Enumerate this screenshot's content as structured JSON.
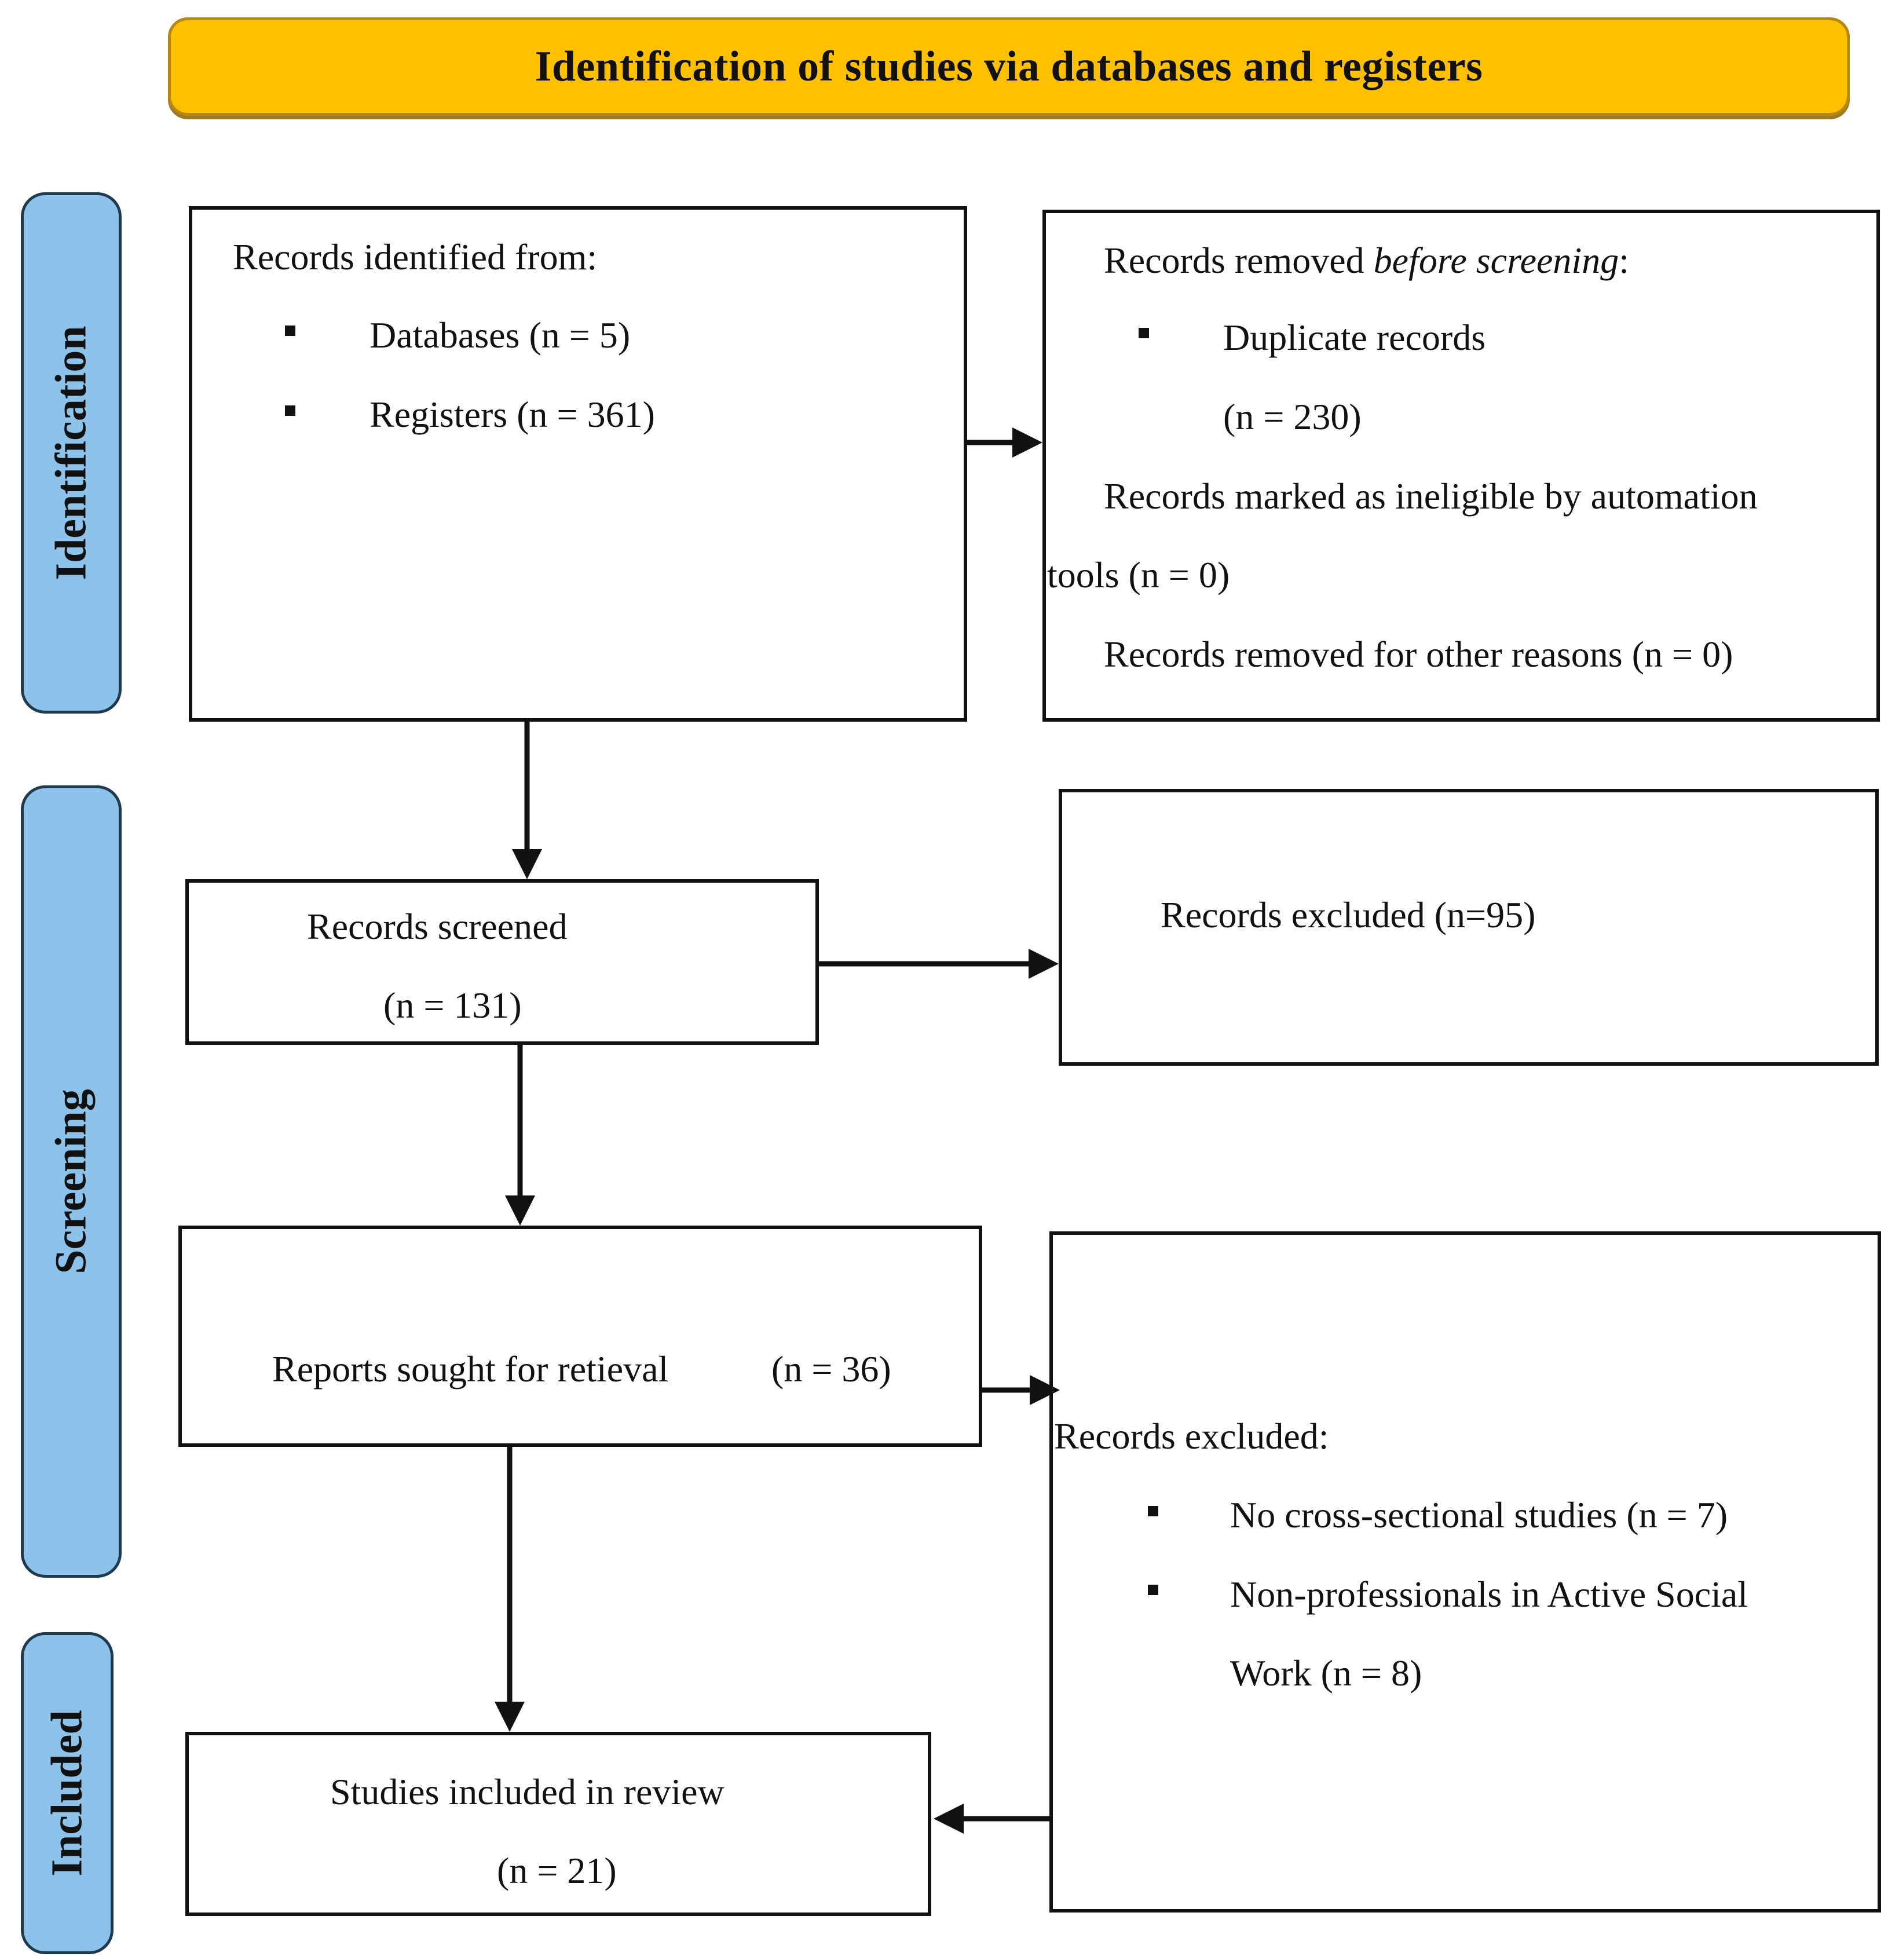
{
  "banner": {
    "title": "Identification of studies via databases and registers"
  },
  "phases": {
    "identification": "Identification",
    "screening": "Screening",
    "included": "Included"
  },
  "identified": {
    "heading": "Records identified from:",
    "databases": "Databases (n = 5)",
    "registers": "Registers (n = 361)"
  },
  "removed": {
    "heading_prefix": "Records removed ",
    "heading_emph": "before screening",
    "heading_suffix": ":",
    "duplicates": "Duplicate records",
    "duplicates_n": "(n = 230)",
    "automation_line1": "Records marked as ineligible by automation",
    "automation_line2": "tools (n = 0)",
    "other": "Records removed for other reasons (n = 0)"
  },
  "screened": {
    "label": "Records screened",
    "n": "(n = 131)"
  },
  "excluded_screen": {
    "label": "Records excluded (n=95)"
  },
  "sought": {
    "label": "Reports sought for retieval",
    "n": "(n = 36)"
  },
  "excluded_reports": {
    "heading": "Records excluded:",
    "reason1": "No cross-sectional studies (n = 7)",
    "reason2_line1": "Non-professionals in Active Social",
    "reason2_line2": "Work (n = 8)"
  },
  "included": {
    "label": "Studies included in review",
    "n": "(n = 21)"
  }
}
